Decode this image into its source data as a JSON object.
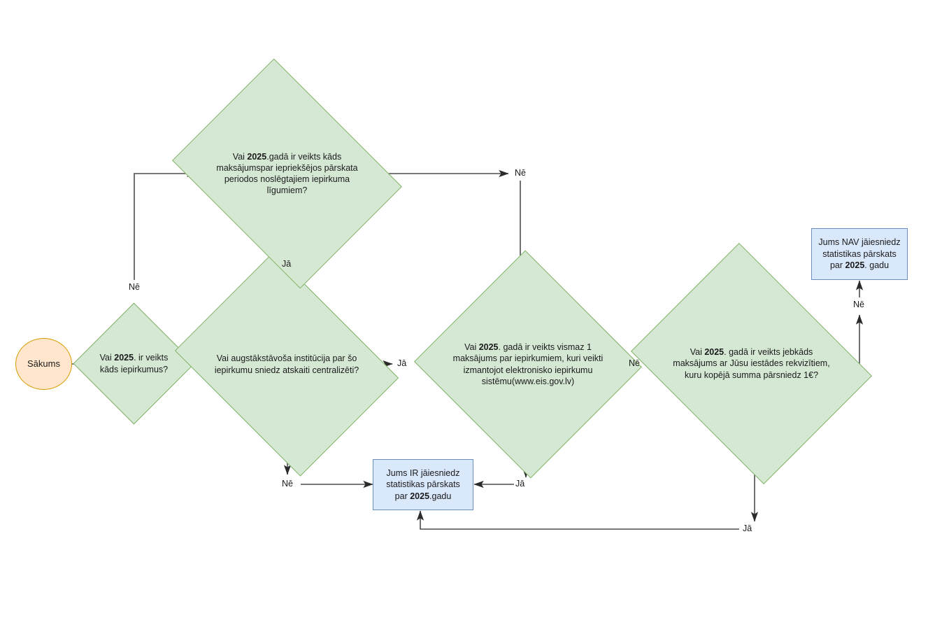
{
  "diagram": {
    "title": "Iepirkumu statistikas parskata iesniegsanas lemumu koks",
    "year": "2025",
    "colors": {
      "decision_fill": "#d5e8d4",
      "decision_stroke": "#82b366",
      "process_fill": "#dae8fc",
      "process_stroke": "#6c8ebf",
      "terminator_fill": "#ffe6cc",
      "terminator_stroke": "#d79b00",
      "edge_stroke": "#4d4d4d",
      "text": "#1a1a1a",
      "background": "#ffffff"
    }
  },
  "nodes": {
    "start": {
      "type": "terminator",
      "label": "Sākums"
    },
    "d1": {
      "type": "decision",
      "line1_pre": "Vai ",
      "line1_year": "2025",
      "line1_post": ". ir veikts",
      "line2": "kāds iepirkumus?"
    },
    "d2": {
      "type": "decision",
      "line1": "Vai augstākstāvoša institūcija par šo",
      "line2": "iepirkumu sniedz atskaiti centralizēti?"
    },
    "d3": {
      "type": "decision",
      "line1_pre": "Vai ",
      "line1_year": "2025",
      "line1_post": ".gadā ir veikts kāds",
      "line2": "maksājumspar iepriekšējos pārskata",
      "line3": "periodos noslēgtajiem iepirkuma",
      "line4": "līgumiem?"
    },
    "d4": {
      "type": "decision",
      "line1_pre": "Vai ",
      "line1_year": "2025",
      "line1_post": ". gadā ir veikts vismaz 1",
      "line2": "maksājums par iepirkumiem, kuri veikti",
      "line3": "izmantojot elektronisko iepirkumu",
      "line4": "sistēmu(www.eis.gov.lv)"
    },
    "d5": {
      "type": "decision",
      "line1_pre": "Vai ",
      "line1_year": "2025",
      "line1_post": ". gadā ir veikts jebkāds",
      "line2": "maksājums ar Jūsu iestādes rekvizītiem,",
      "line3": "kuru kopējā summa pārsniedz 1€?"
    },
    "result_yes": {
      "type": "process",
      "line1": "Jums IR jāiesniedz",
      "line2": "statistikas pārskats",
      "line3_pre": "par  ",
      "line3_year": "2025",
      "line3_post": ".gadu"
    },
    "result_no": {
      "type": "process",
      "line1": "Jums NAV jāiesniedz",
      "line2": "statistikas pārskats",
      "line3_pre": "par ",
      "line3_year": "2025",
      "line3_post": ". gadu"
    }
  },
  "edge_labels": {
    "d1_no": "Nē",
    "d2_yes": "Jā",
    "d2_no": "Nē",
    "d3_yes": "Jā",
    "d3_no": "Nē",
    "d4_no": "Nē",
    "d4_yes": "Jā",
    "d5_no": "Nē",
    "d5_yes": "Jā"
  }
}
